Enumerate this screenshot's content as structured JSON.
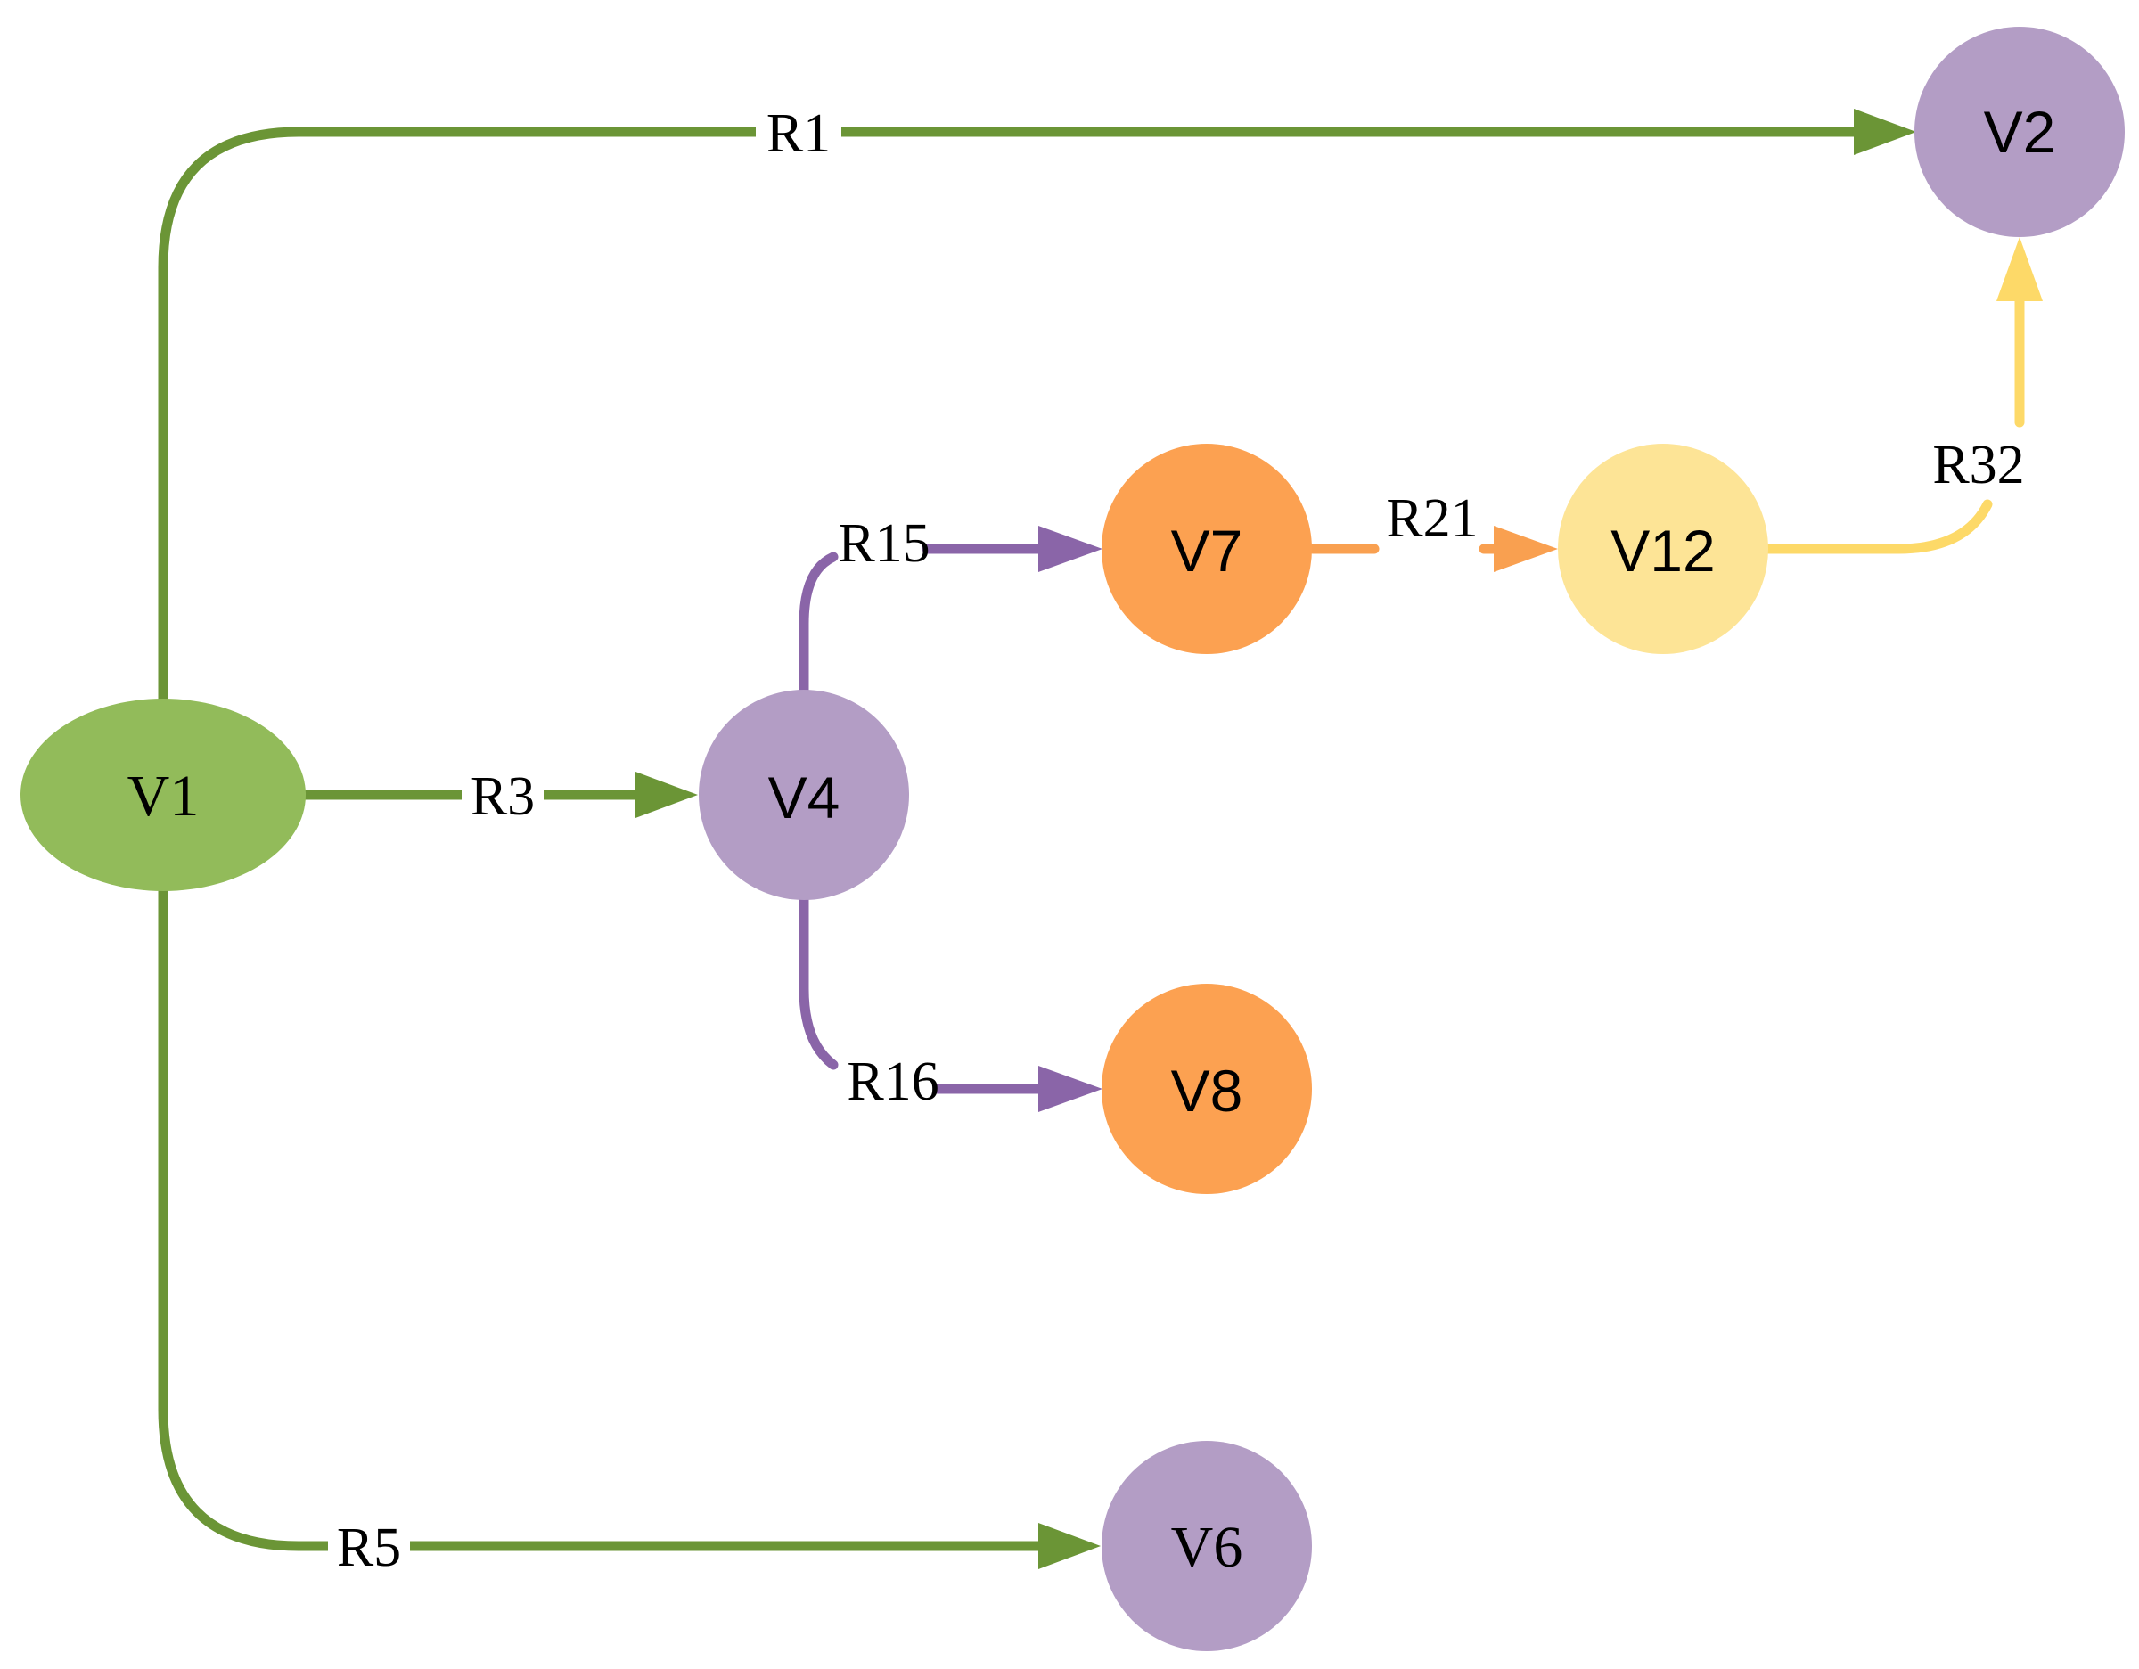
{
  "colors": {
    "green_node": "#92BB5A",
    "green_edge": "#6B9536",
    "purple_node": "#B39DC5",
    "purple_edge": "#8A65A8",
    "orange_node": "#FCA151",
    "orange_edge": "#F9A050",
    "yellow_node": "#FDE496",
    "yellow_edge": "#FDD968"
  },
  "nodes": {
    "v1": {
      "label": "V1"
    },
    "v2": {
      "label": "V2"
    },
    "v4": {
      "label": "V4"
    },
    "v6": {
      "label": "V6"
    },
    "v7": {
      "label": "V7"
    },
    "v8": {
      "label": "V8"
    },
    "v12": {
      "label": "V12"
    }
  },
  "edges": {
    "r1": {
      "label": "R1",
      "from": "V1",
      "to": "V2"
    },
    "r3": {
      "label": "R3",
      "from": "V1",
      "to": "V4"
    },
    "r5": {
      "label": "R5",
      "from": "V1",
      "to": "V6"
    },
    "r15": {
      "label": "R15",
      "from": "V4",
      "to": "V7"
    },
    "r16": {
      "label": "R16",
      "from": "V4",
      "to": "V8"
    },
    "r21": {
      "label": "R21",
      "from": "V7",
      "to": "V12"
    },
    "r32": {
      "label": "R32",
      "from": "V12",
      "to": "V2"
    }
  }
}
